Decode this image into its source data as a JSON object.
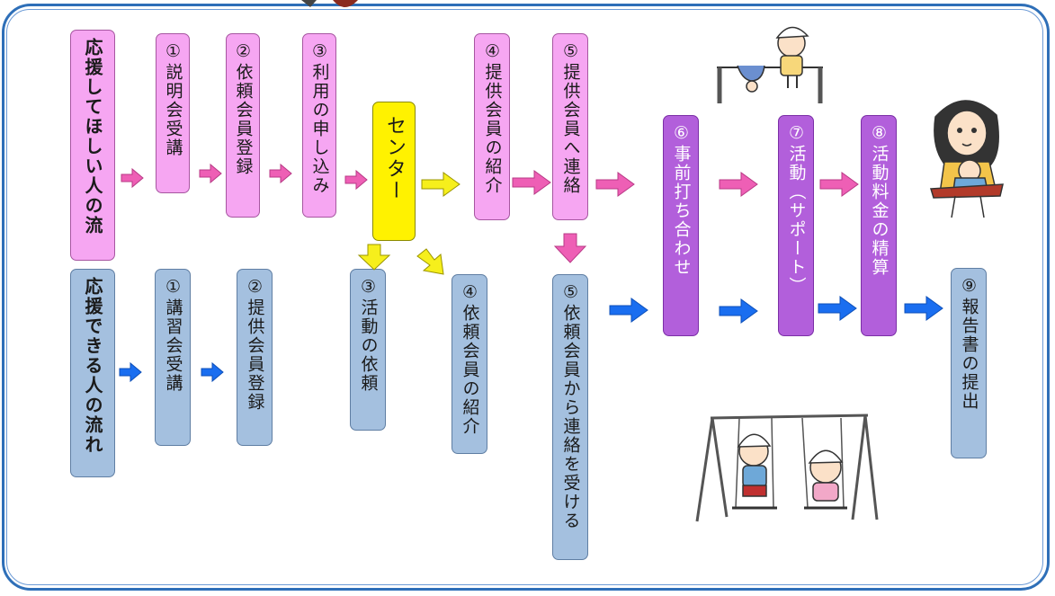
{
  "rows": {
    "request_title": "応援してほしい人の流",
    "support_title": "応援できる人の流れ"
  },
  "steps": {
    "r1": "①説明会受講",
    "r2": "②依頼会員登録",
    "r3": "③利用の申し込み",
    "center": "センター",
    "r4": "④提供会員の紹介",
    "r5": "⑤提供会員へ連絡",
    "s1": "①講習会受講",
    "s2": "②提供会員登録",
    "s3": "③活動の依頼",
    "s4": "④依頼会員の紹介",
    "s5": "⑤依頼会員から連絡を受ける",
    "c6": "⑥事前打ち合わせ",
    "c7": "⑦活動（サポート）",
    "c8": "⑧活動料金の精算",
    "c9": "⑨報告書の提出"
  },
  "colors": {
    "request": "#f6a6f2",
    "support": "#a4c0df",
    "common": "#b25fdb",
    "center": "#fff200",
    "arrow_pink": "#ee5fb5",
    "arrow_blue": "#1a6ef0",
    "arrow_yellow": "#f6ef1c",
    "frame": "#2e6fb8"
  },
  "illustrations": [
    "children-on-bar-icon",
    "mother-and-child-icon",
    "children-on-swing-icon"
  ]
}
